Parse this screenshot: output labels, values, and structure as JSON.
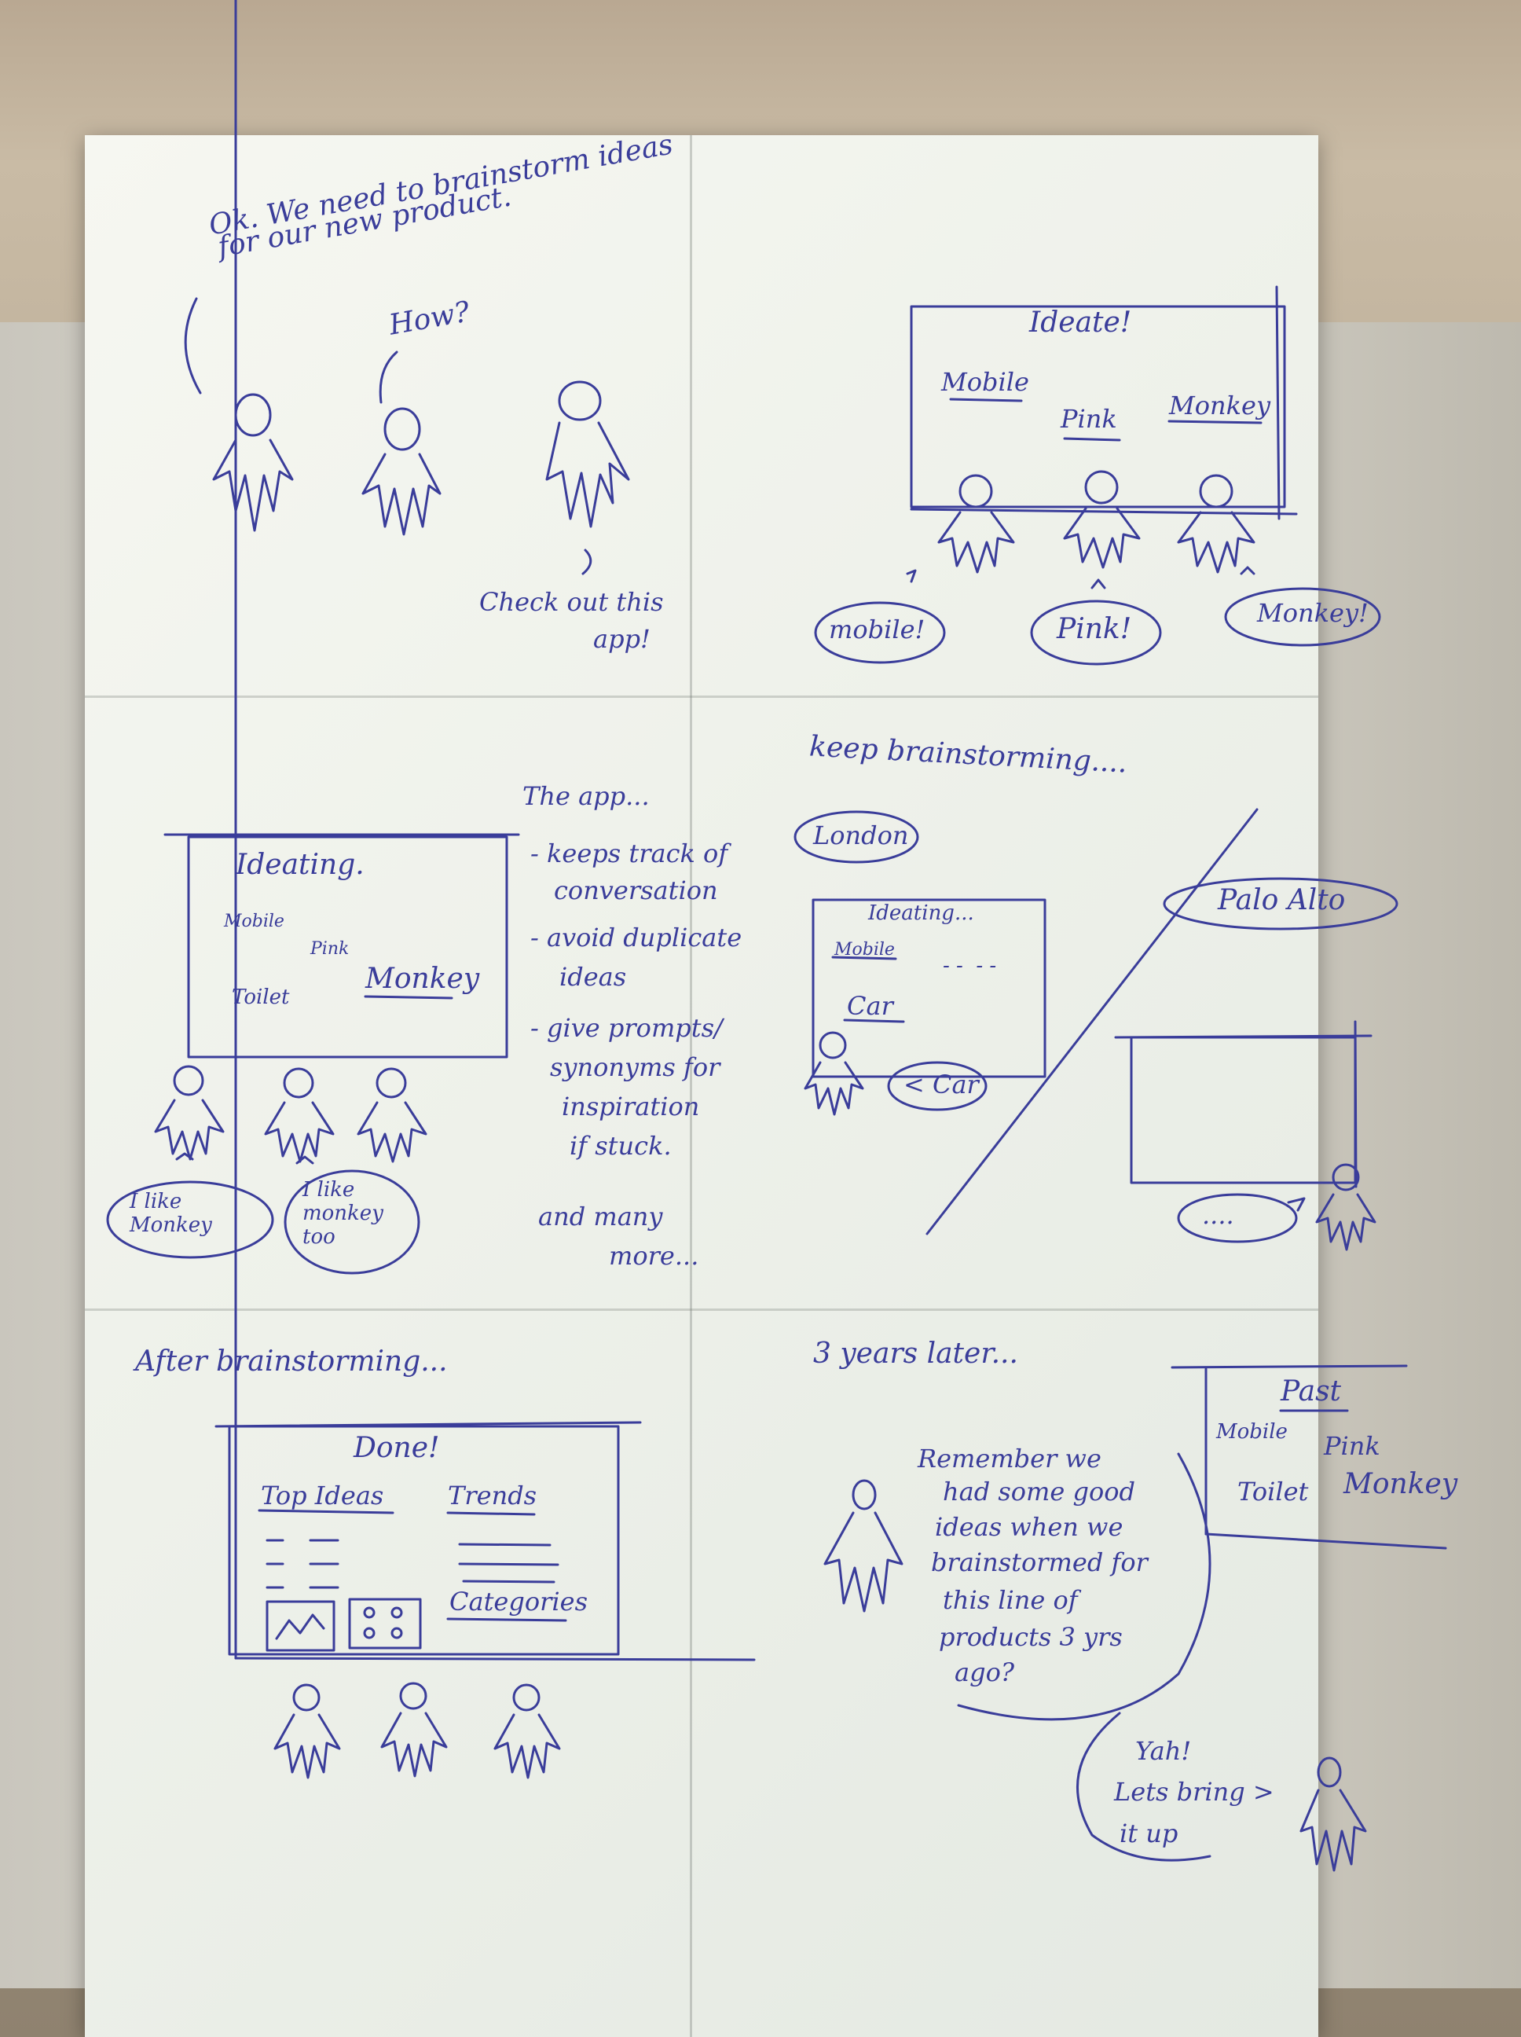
{
  "panel1": {
    "speech_1a": "Ok. We need to brainstorm ideas",
    "speech_1b": "for our new product.",
    "speech_2": "How?",
    "speech_3a": "Check out this",
    "speech_3b": "app!"
  },
  "panel2": {
    "screen_title": "Ideate!",
    "words": [
      "Mobile",
      "Pink",
      "Monkey"
    ],
    "bubbles": [
      "mobile!",
      "Pink!",
      "Monkey!"
    ]
  },
  "panel3": {
    "screen_title": "Ideating.",
    "words": [
      "Mobile",
      "Pink",
      "Toilet",
      "Monkey"
    ],
    "bubble_1": "I like Monkey",
    "bubble_2": "I like monkey too"
  },
  "panel3_notes": {
    "heading": "The app...",
    "items": [
      "- keeps track of",
      "conversation",
      "- avoid duplicate",
      "ideas",
      "- give prompts/",
      "synonyms for",
      "inspiration",
      "if stuck.",
      "and many",
      "more..."
    ]
  },
  "panel4": {
    "heading": "keep brainstorming....",
    "london": "London",
    "palo_alto": "Palo Alto",
    "screen_title": "Ideating...",
    "words": [
      "Mobile",
      "Car"
    ],
    "bubble": "< Car",
    "dots": "....",
    "screen_dots": "- -  - -"
  },
  "panel5": {
    "heading": "After brainstorming...",
    "screen_title": "Done!",
    "top_ideas": "Top Ideas",
    "trends": "Trends",
    "categories": "Categories"
  },
  "panel6": {
    "heading": "3 years later...",
    "screen_title": "Past",
    "words": [
      "Mobile",
      "Pink",
      "Toilet",
      "Monkey"
    ],
    "speech_a": "Remember we",
    "speech_b": "had some good",
    "speech_c": "ideas when we",
    "speech_d": "brainstormed for",
    "speech_e": "this line of",
    "speech_f": "products 3 yrs",
    "speech_g": "ago?",
    "reply_a": "Yah!",
    "reply_b": "Lets bring >",
    "reply_c": "it up"
  },
  "colors": {
    "ink": "#3a3d9a",
    "paper": "#eef1ea"
  }
}
